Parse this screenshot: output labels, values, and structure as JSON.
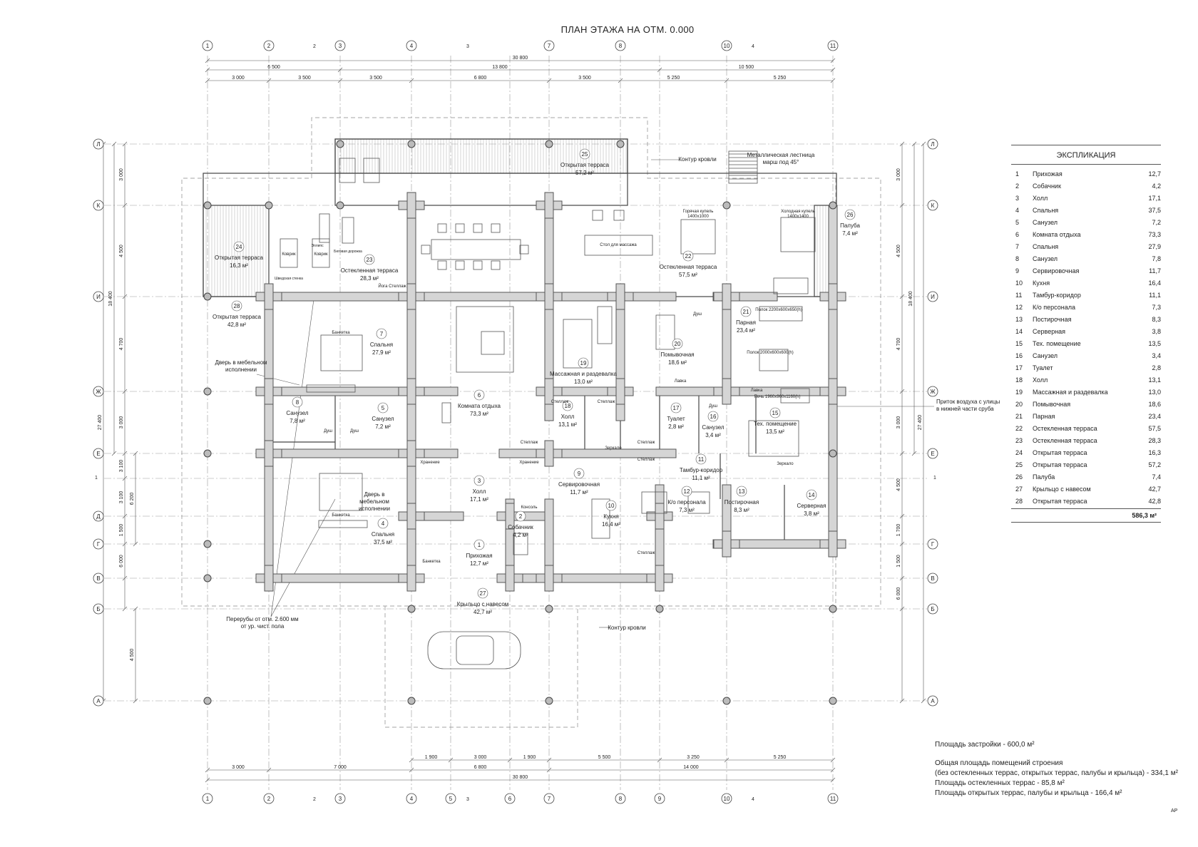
{
  "title": "ПЛАН ЭТАЖА НА ОТМ. 0.000",
  "grid": {
    "columns": [
      "1",
      "2",
      "3",
      "4",
      "5",
      "6",
      "7",
      "8",
      "9",
      "10",
      "11"
    ],
    "rows": [
      "Л",
      "К",
      "И",
      "Ж",
      "Е",
      "Д",
      "Г",
      "В",
      "Б",
      "А"
    ]
  },
  "dimensions": {
    "top_total": "30 800",
    "top_groups": [
      "6 500",
      "13 800",
      "10 500"
    ],
    "top_spans": [
      "3 000",
      "3 500",
      "3 500",
      "6 800",
      "3 500",
      "5 250",
      "5 250"
    ],
    "bottom_spans": [
      "1 900",
      "3 000",
      "1 900",
      "5 500",
      "3 250",
      "5 250"
    ],
    "bottom_groups": [
      "3 000",
      "7 000",
      "6 800",
      "14 000"
    ],
    "bottom_total": "30 800",
    "left_spans": [
      "3 000",
      "4 500",
      "4 700",
      "3 000",
      "3 100",
      "3 100",
      "1 500",
      "6 000"
    ],
    "left_mid": [
      "6 200",
      "4 500"
    ],
    "left_total_a": "18 400",
    "left_total_b": "27 400",
    "right_spans": [
      "3 000",
      "4 500",
      "4 700",
      "3 000",
      "4 500",
      "1 700",
      "1 500",
      "6 000"
    ],
    "right_total_a": "18 400",
    "right_total_b": "27 400"
  },
  "rooms": [
    {
      "num": "1",
      "name": "Прихожая",
      "area": "12,7 м²"
    },
    {
      "num": "2",
      "name": "Собачник",
      "area": "4,2 м²"
    },
    {
      "num": "3",
      "name": "Холл",
      "area": "17,1 м²"
    },
    {
      "num": "4",
      "name": "Спальня",
      "area": "37,5 м²"
    },
    {
      "num": "5",
      "name": "Санузел",
      "area": "7,2 м²"
    },
    {
      "num": "6",
      "name": "Комната отдыха",
      "area": "73,3 м²"
    },
    {
      "num": "7",
      "name": "Спальня",
      "area": "27,9 м²"
    },
    {
      "num": "8",
      "name": "Санузел",
      "area": "7,8 м²"
    },
    {
      "num": "9",
      "name": "Сервировочная",
      "area": "11,7 м²"
    },
    {
      "num": "10",
      "name": "Кухня",
      "area": "16,4 м²"
    },
    {
      "num": "11",
      "name": "Тамбур-коридор",
      "area": "11,1 м²"
    },
    {
      "num": "12",
      "name": "К/о персонала",
      "area": "7,3 м²"
    },
    {
      "num": "13",
      "name": "Постирочная",
      "area": "8,3 м²"
    },
    {
      "num": "14",
      "name": "Серверная",
      "area": "3,8 м²"
    },
    {
      "num": "15",
      "name": "Тех. помещение",
      "area": "13,5 м²"
    },
    {
      "num": "16",
      "name": "Санузел",
      "area": "3,4 м²"
    },
    {
      "num": "17",
      "name": "Туалет",
      "area": "2,8 м²"
    },
    {
      "num": "18",
      "name": "Холл",
      "area": "13,1 м²"
    },
    {
      "num": "19",
      "name": "Массажная и раздевалка",
      "area": "13,0 м²"
    },
    {
      "num": "20",
      "name": "Помывочная",
      "area": "18,6 м²"
    },
    {
      "num": "21",
      "name": "Парная",
      "area": "23,4 м²"
    },
    {
      "num": "22",
      "name": "Остекленная терраса",
      "area": "57,5 м²"
    },
    {
      "num": "23",
      "name": "Остекленная терраса",
      "area": "28,3 м²"
    },
    {
      "num": "24",
      "name": "Открытая терраса",
      "area": "16,3 м²"
    },
    {
      "num": "25",
      "name": "Открытая терраса",
      "area": "57,2 м²"
    },
    {
      "num": "26",
      "name": "Палуба",
      "area": "7,4 м²"
    },
    {
      "num": "27",
      "name": "Крыльцо с навесом",
      "area": "42,7 м²"
    },
    {
      "num": "28",
      "name": "Открытая терраса",
      "area": "42,8 м²"
    }
  ],
  "annotations": {
    "roof_top": "Контур кровли",
    "roof_bottom": "Контур кровли",
    "stair_1": "Металлическая лестница",
    "stair_2": "марш под 45°",
    "door_furniture_1a": "Дверь в мебельном",
    "door_furniture_1b": "исполнении",
    "door_furniture_2a": "Дверь в",
    "door_furniture_2b": "мебельном",
    "door_furniture_2c": "исполнении",
    "air_1": "Приток воздуха с улицы",
    "air_2": "в нижней части сруба",
    "overflow_1": "Перерубы от отм. 2.600 мм",
    "overflow_2": "от ур. чист. пола",
    "hot_font": "Горячая купель",
    "hot_font_size": "1400х1000",
    "cold_font": "Холодная купель",
    "cold_font_size": "1400х1400",
    "massage_table": "Стол для массажа",
    "stove": "Печь 1960х960х1160(h)",
    "shelf_1": "Полок 2200х600х650(h)",
    "shelf_2": "Полок 2000х600х600(h)",
    "yoga": "Йога Стеллаж",
    "bed": "Банкетка",
    "storage": "Хранение",
    "rack": "Стеллаж",
    "mirror": "Зеркало",
    "console": "Консоль",
    "shower": "Душ",
    "bench": "Лавка",
    "rug": "Коврик",
    "ellipse": "Эллипс",
    "treadmill": "Беговая дорожка",
    "swedish_wall": "Шведская стенка"
  },
  "legend": {
    "title": "ЭКСПЛИКАЦИЯ",
    "rows": [
      [
        "1",
        "Прихожая",
        "12,7"
      ],
      [
        "2",
        "Собачник",
        "4,2"
      ],
      [
        "3",
        "Холл",
        "17,1"
      ],
      [
        "4",
        "Спальня",
        "37,5"
      ],
      [
        "5",
        "Санузел",
        "7,2"
      ],
      [
        "6",
        "Комната отдыха",
        "73,3"
      ],
      [
        "7",
        "Спальня",
        "27,9"
      ],
      [
        "8",
        "Санузел",
        "7,8"
      ],
      [
        "9",
        "Сервировочная",
        "11,7"
      ],
      [
        "10",
        "Кухня",
        "16,4"
      ],
      [
        "11",
        "Тамбур-коридор",
        "11,1"
      ],
      [
        "12",
        "К/о персонала",
        "7,3"
      ],
      [
        "13",
        "Постирочная",
        "8,3"
      ],
      [
        "14",
        "Серверная",
        "3,8"
      ],
      [
        "15",
        "Тех. помещение",
        "13,5"
      ],
      [
        "16",
        "Санузел",
        "3,4"
      ],
      [
        "17",
        "Туалет",
        "2,8"
      ],
      [
        "18",
        "Холл",
        "13,1"
      ],
      [
        "19",
        "Массажная и раздевалка",
        "13,0"
      ],
      [
        "20",
        "Помывочная",
        "18,6"
      ],
      [
        "21",
        "Парная",
        "23,4"
      ],
      [
        "22",
        "Остекленная терраса",
        "57,5"
      ],
      [
        "23",
        "Остекленная терраса",
        "28,3"
      ],
      [
        "24",
        "Открытая терраса",
        "16,3"
      ],
      [
        "25",
        "Открытая терраса",
        "57,2"
      ],
      [
        "26",
        "Палуба",
        "7,4"
      ],
      [
        "27",
        "Крыльцо с навесом",
        "42,7"
      ],
      [
        "28",
        "Открытая терраса",
        "42,8"
      ]
    ],
    "total": "586,3 м²"
  },
  "summary": {
    "line1": "Площадь застройки - 600,0 м²",
    "line2": "Общая площадь помещений строения",
    "line3": "(без остекленных террас, открытых террас, палубы и крыльца) - 334,1 м²",
    "line4": "Площадь остекленных террас - 85,8 м²",
    "line5": "Площадь открытых террас, палубы и крыльца - 166,4 м²"
  },
  "corner_mark": "АР"
}
